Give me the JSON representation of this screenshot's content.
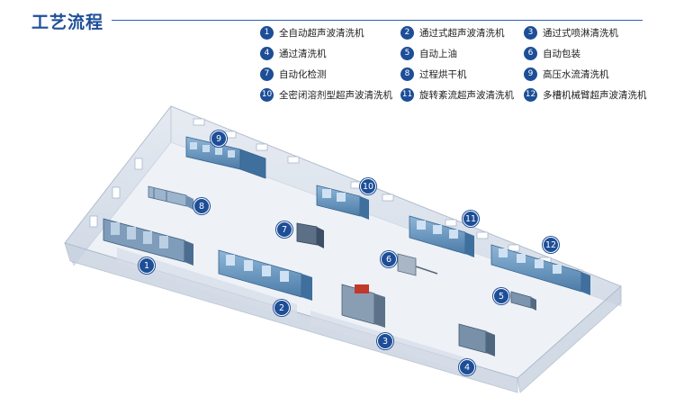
{
  "title": "工艺流程",
  "legend": [
    {
      "n": "1",
      "label": "全自动超声波清洗机"
    },
    {
      "n": "2",
      "label": "通过式超声波清洗机"
    },
    {
      "n": "3",
      "label": "通过式喷淋清洗机"
    },
    {
      "n": "4",
      "label": "通过清洗机"
    },
    {
      "n": "5",
      "label": "自动上油"
    },
    {
      "n": "6",
      "label": "自动包装"
    },
    {
      "n": "7",
      "label": "自动化检测"
    },
    {
      "n": "8",
      "label": "过程烘干机"
    },
    {
      "n": "9",
      "label": "高压水流清洗机"
    },
    {
      "n": "10",
      "label": "全密闭溶剂型超声波清洗机"
    },
    {
      "n": "11",
      "label": "旋转紊流超声波清洗机"
    },
    {
      "n": "12",
      "label": "多槽机械臂超声波清洗机"
    }
  ],
  "colors": {
    "accent": "#1d4e97",
    "title": "#1f4f9a",
    "machine": "#5c8fbd",
    "floor": "#e8ecf2",
    "wall": "#ccd6e4"
  }
}
